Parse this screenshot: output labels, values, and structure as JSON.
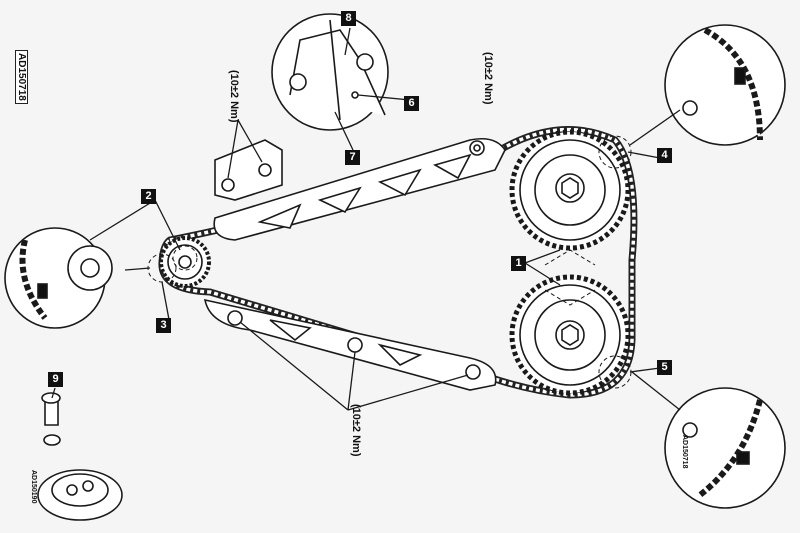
{
  "figure_code": "AD150718",
  "inset_codes": {
    "right_bottom": "AD150718",
    "pulley": "AD150190"
  },
  "torque": {
    "tensioner": "(10±2 Nm)",
    "upper_guide": "(10±2 Nm)",
    "lower_guide": "(10±2 Nm)"
  },
  "callouts": [
    "1",
    "2",
    "3",
    "4",
    "5",
    "6",
    "7",
    "8",
    "9"
  ],
  "colors": {
    "line": "#1a1a1a",
    "fill": "#ffffff",
    "label_bg": "#111111"
  }
}
